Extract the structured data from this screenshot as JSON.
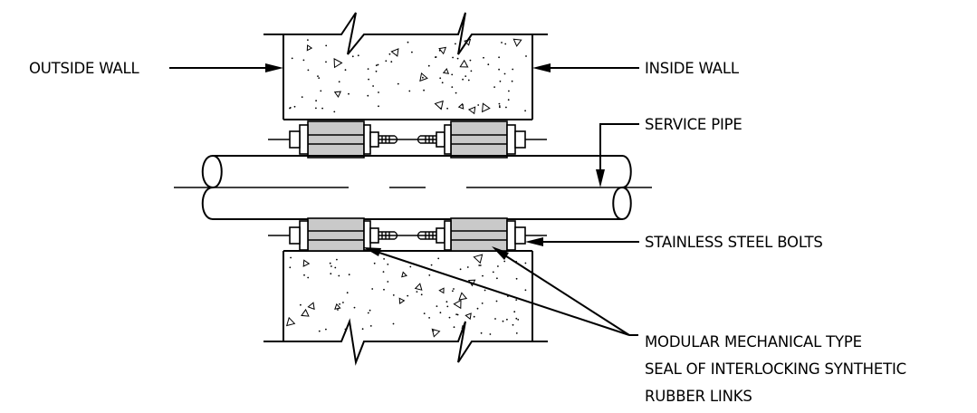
{
  "labels": {
    "outside_wall": "OUTSIDE WALL",
    "inside_wall": "INSIDE WALL",
    "service_pipe": "SERVICE PIPE",
    "stainless_bolts": "STAINLESS STEEL BOLTS",
    "seal_line1": "MODULAR MECHANICAL TYPE",
    "seal_line2": "SEAL OF INTERLOCKING SYNTHETIC",
    "seal_line3": "RUBBER LINKS"
  },
  "colors": {
    "line": "#000000",
    "rubber_fill": "#c9c9c9",
    "background": "#ffffff"
  }
}
